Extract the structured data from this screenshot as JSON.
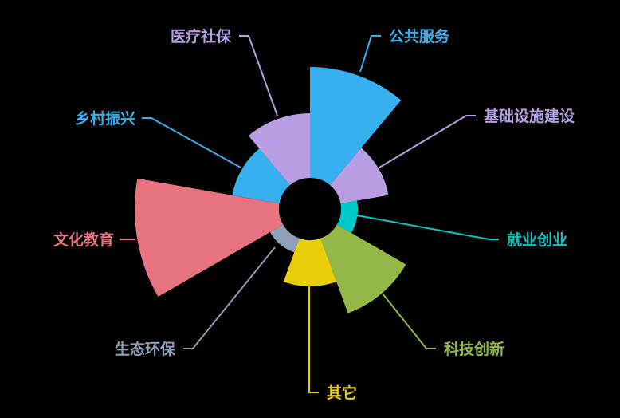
{
  "chart_data": {
    "type": "pie",
    "rose_type": "area",
    "title": "",
    "categories": [
      "公共服务",
      "基础设施建设",
      "就业创业",
      "科技创新",
      "其它",
      "生态环保",
      "文化教育",
      "乡村振兴",
      "医疗社保"
    ],
    "values": [
      178,
      100,
      60,
      139,
      97,
      58,
      220,
      99,
      120
    ],
    "colors": [
      "#37b0f0",
      "#b89ee3",
      "#00c8c8",
      "#94b847",
      "#e8cf0a",
      "#8f9fb8",
      "#e8747f",
      "#37b0f0",
      "#b89ee3"
    ],
    "legend": "none"
  }
}
